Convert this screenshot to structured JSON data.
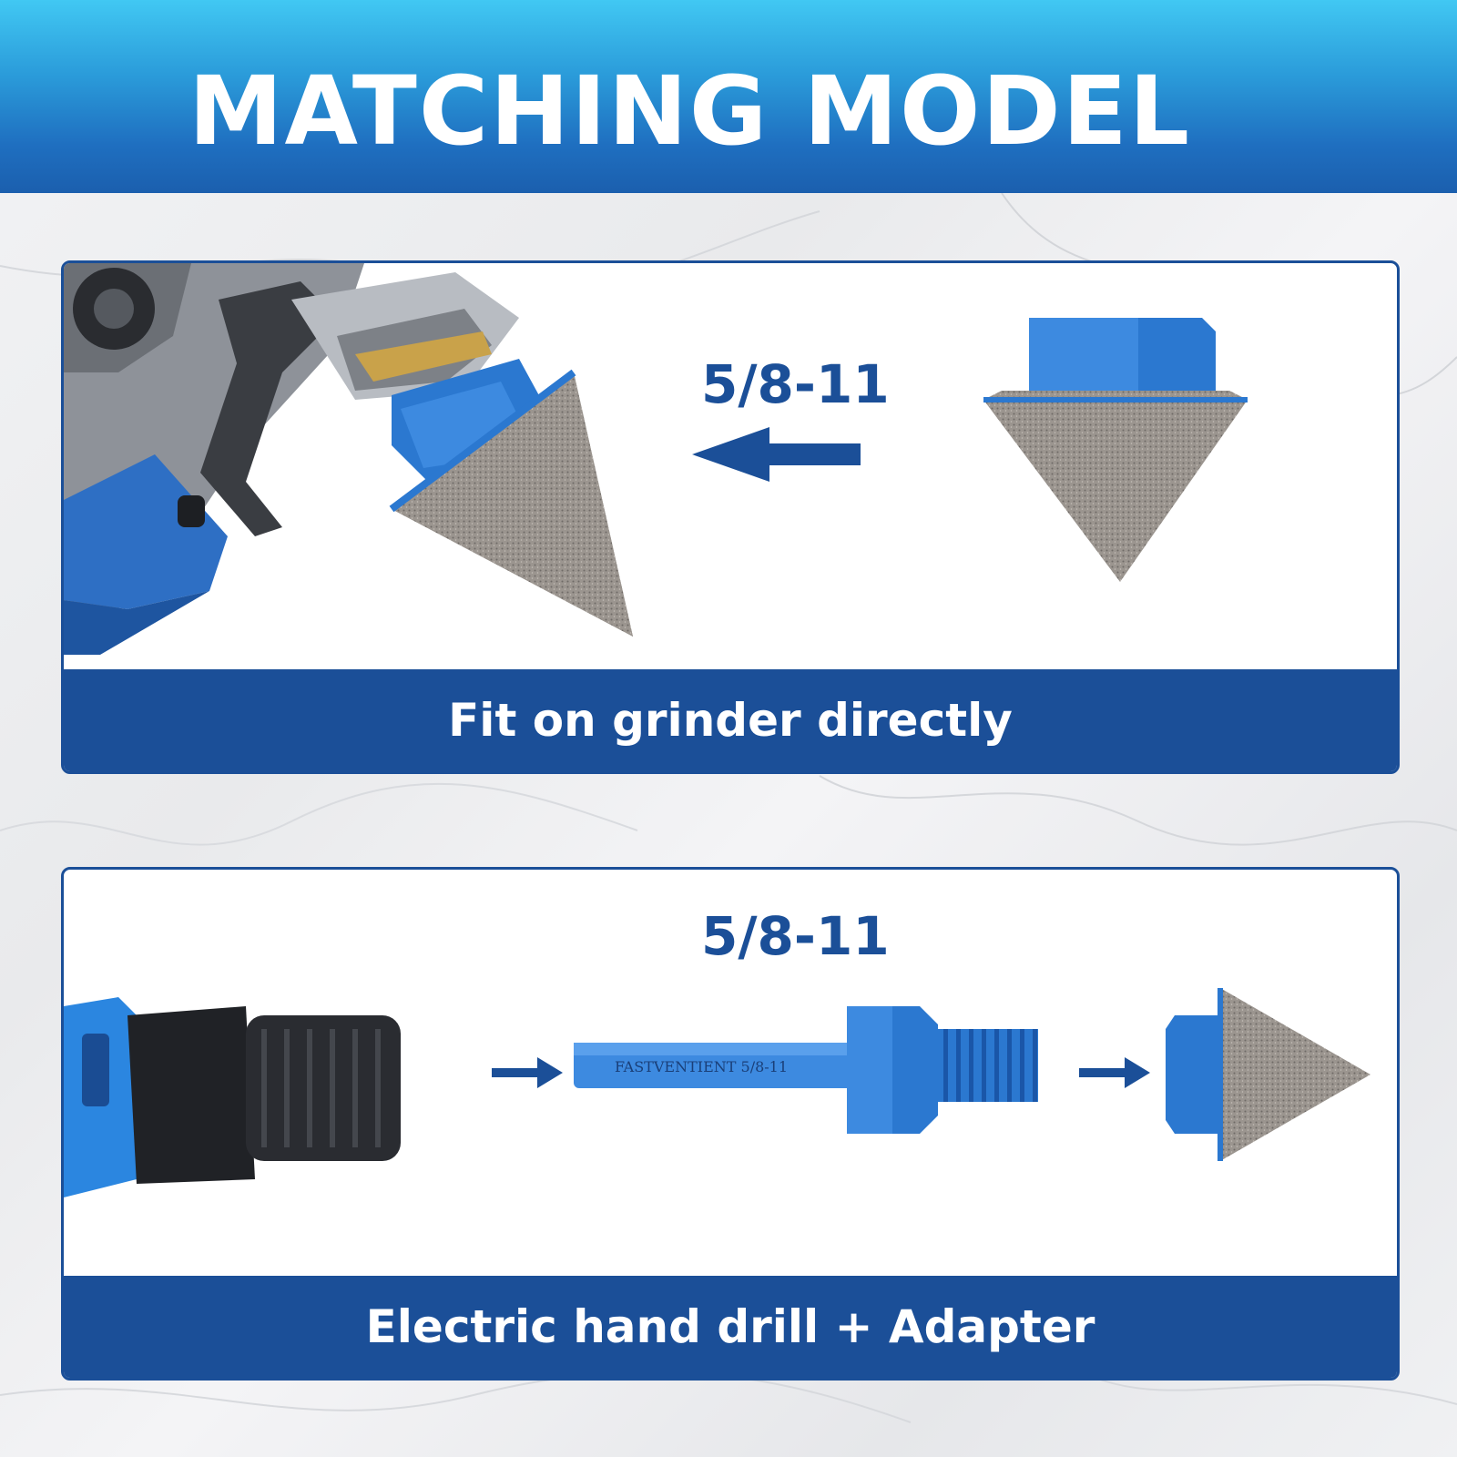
{
  "header": {
    "title": "MATCHING MODEL"
  },
  "panels": [
    {
      "thread_label": "5/8-11",
      "caption": "Fit on grinder directly"
    },
    {
      "thread_label": "5/8-11",
      "caption": "Electric hand drill + Adapter",
      "adapter_engraving": "FASTVENTIENT 5/8-11"
    }
  ],
  "colors": {
    "header_top": "#41c8f3",
    "header_bottom": "#1b5fae",
    "brand_blue": "#1b4f98",
    "tool_blue": "#2b78d0"
  }
}
